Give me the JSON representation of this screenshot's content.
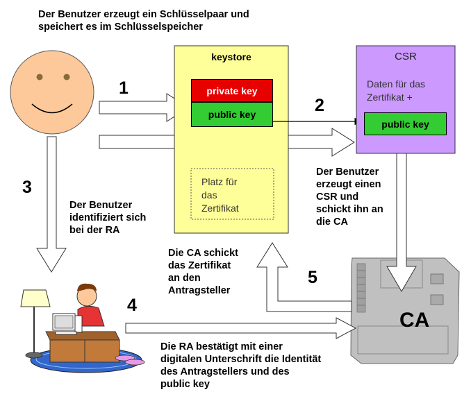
{
  "intro_text": "Der Benutzer erzeugt  ein Schlüsselpaar und\nspeichert es im Schlüsselspeicher",
  "keystore": {
    "title": "keystore",
    "private_key": "private key",
    "public_key": "public key",
    "cert_slot": "Platz für\ndas\nZertifikat"
  },
  "csr": {
    "title": "CSR",
    "data_text": "Daten für das\nZertifikat +",
    "public_key": "public key"
  },
  "ca_label": "CA",
  "steps": {
    "s1": "1",
    "s2": "2",
    "s3": "3",
    "s4": "4",
    "s5": "5"
  },
  "captions": {
    "step2": "Der Benutzer\nerzeugt einen\nCSR und\nschickt ihn an\ndie CA",
    "step3": "Der Benutzer\nidentifiziert sich\nbei der RA",
    "step5": "Die CA schickt\ndas Zertifikat\nan den\nAntragsteller",
    "step4": "Die RA bestätigt mit einer\ndigitalen Unterschrift die Identität\ndes Antragstellers und des\npublic key"
  },
  "colors": {
    "keystore_fill": "#ffff99",
    "csr_fill": "#cc99ff",
    "private_key_fill": "#e60000",
    "public_key_fill": "#33cc33",
    "face_fill": "#fdc99a",
    "ca_fill": "#c0c0c0"
  }
}
